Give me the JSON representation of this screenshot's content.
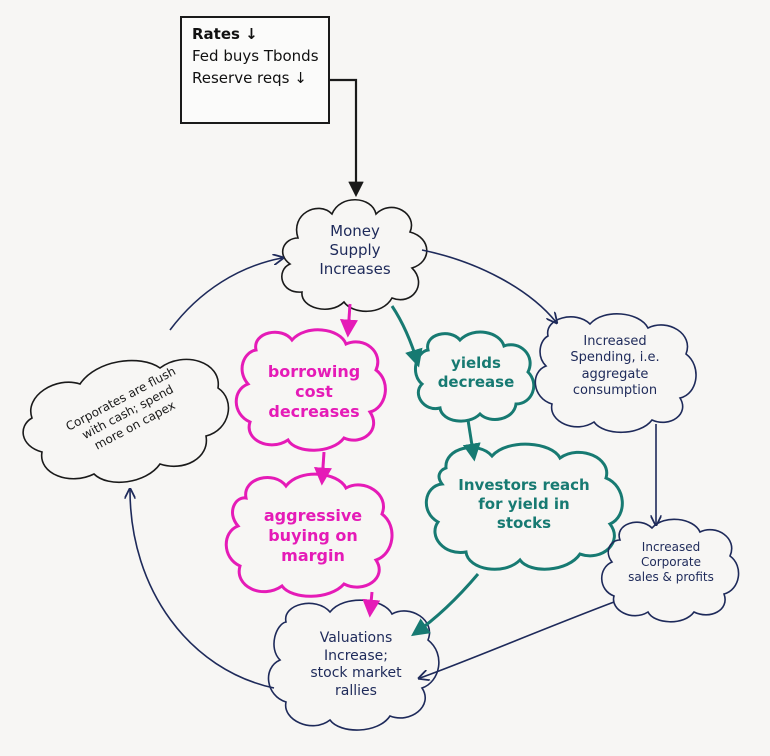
{
  "colors": {
    "ink": "#1a1a1a",
    "navy": "#1e2a5a",
    "magenta": "#e51bb7",
    "teal": "#177a72",
    "paper": "#f7f6f4"
  },
  "policy_box": {
    "lines": [
      "Rates ↓",
      "Fed buys Tbonds",
      "Reserve reqs ↓"
    ]
  },
  "nodes": {
    "money_supply": {
      "lines": [
        "Money",
        "Supply",
        "Increases"
      ]
    },
    "borrowing_cost": {
      "lines": [
        "borrowing",
        "cost",
        "decreases"
      ]
    },
    "aggressive_buying": {
      "lines": [
        "aggressive",
        "buying on",
        "margin"
      ]
    },
    "yields": {
      "lines": [
        "yields",
        "decrease"
      ]
    },
    "investors": {
      "lines": [
        "Investors reach",
        "for yield in",
        "stocks"
      ]
    },
    "spending": {
      "lines": [
        "Increased",
        "Spending, i.e.",
        "aggregate",
        "consumption"
      ]
    },
    "corporate_sales": {
      "lines": [
        "Increased",
        "Corporate",
        "sales & profits"
      ]
    },
    "valuations": {
      "lines": [
        "Valuations",
        "Increase;",
        "stock market",
        "rallies"
      ]
    },
    "corporates_flush": {
      "lines": [
        "Corporates are flush",
        "with cash; spend",
        "more on capex"
      ]
    }
  }
}
